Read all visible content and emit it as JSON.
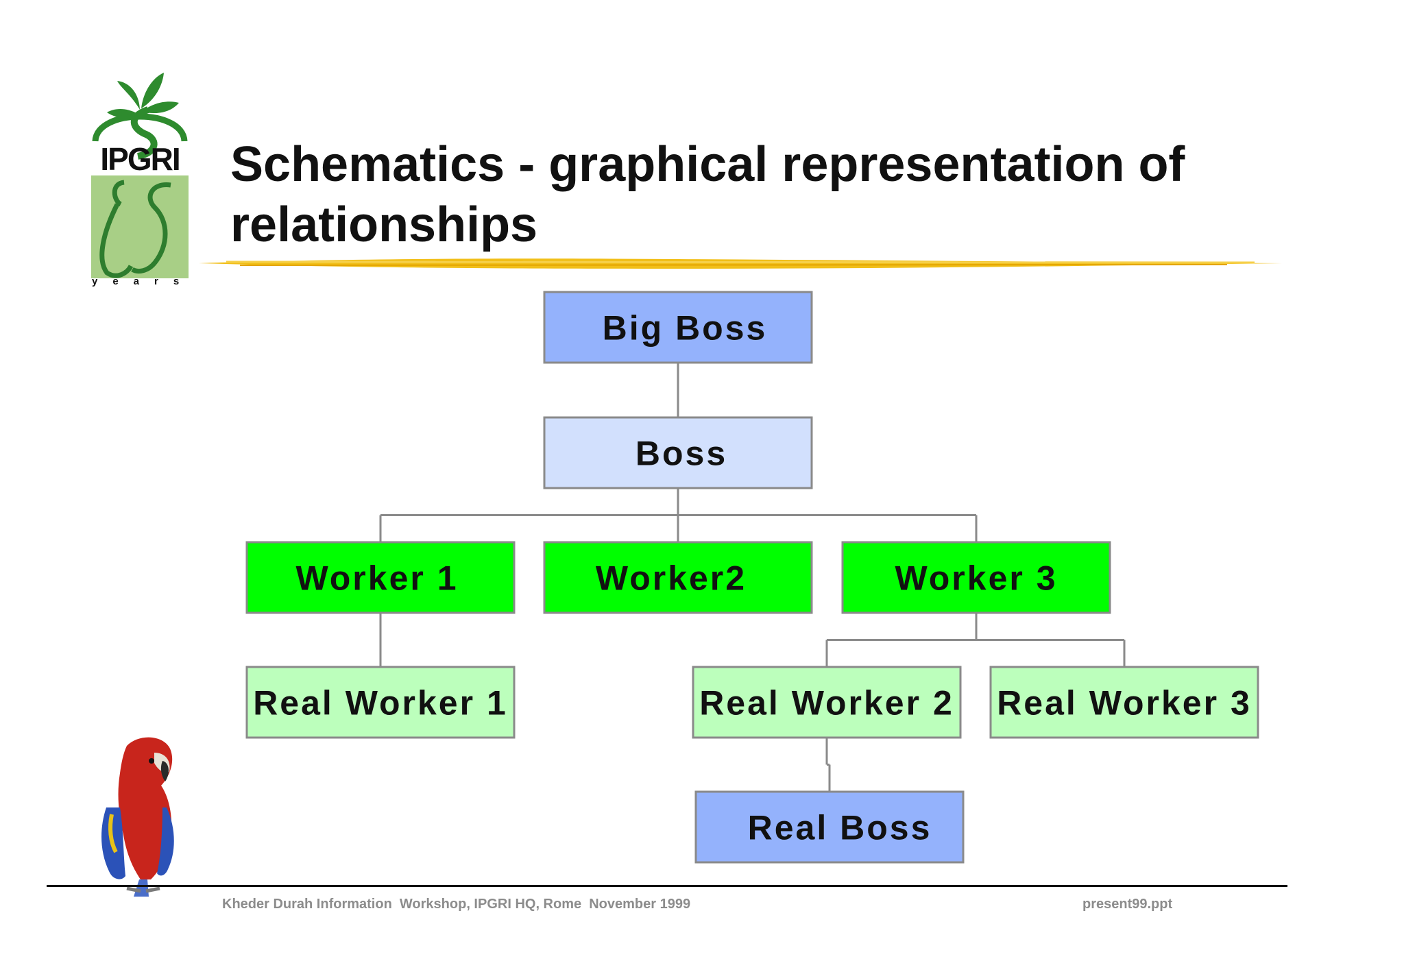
{
  "logo": {
    "text": "IPGRI",
    "years": "years"
  },
  "title": "Schematics - graphical representation of relationships",
  "diagram": {
    "nodes": [
      {
        "id": "big-boss",
        "label": "Big Boss",
        "color": "#94b2fc"
      },
      {
        "id": "boss",
        "label": "Boss",
        "color": "#d2e0fd"
      },
      {
        "id": "worker-1",
        "label": "Worker 1",
        "color": "#00ff00"
      },
      {
        "id": "worker-2",
        "label": "Worker2",
        "color": "#00ff00"
      },
      {
        "id": "worker-3",
        "label": "Worker 3",
        "color": "#00ff00"
      },
      {
        "id": "real-worker-1",
        "label": "Real Worker 1",
        "color": "#bcffbc"
      },
      {
        "id": "real-worker-2",
        "label": "Real Worker 2",
        "color": "#bcffbc"
      },
      {
        "id": "real-worker-3",
        "label": "Real Worker 3",
        "color": "#bcffbc"
      },
      {
        "id": "real-boss",
        "label": "Real Boss",
        "color": "#94b2fc"
      }
    ],
    "edges": [
      [
        "big-boss",
        "boss"
      ],
      [
        "boss",
        "worker-1"
      ],
      [
        "boss",
        "worker-2"
      ],
      [
        "boss",
        "worker-3"
      ],
      [
        "worker-1",
        "real-worker-1"
      ],
      [
        "worker-3",
        "real-worker-2"
      ],
      [
        "worker-3",
        "real-worker-3"
      ],
      [
        "real-worker-2",
        "real-boss"
      ]
    ]
  },
  "footer": {
    "left": "Kheder Durah Information  Workshop, IPGRI HQ, Rome  November 1999",
    "right": "present99.ppt"
  },
  "colors": {
    "accent_underline": "#f0b800",
    "logo_green": "#2e8b2e",
    "logo_panel": "#a8cf86",
    "edge": "#8a8a8a"
  }
}
